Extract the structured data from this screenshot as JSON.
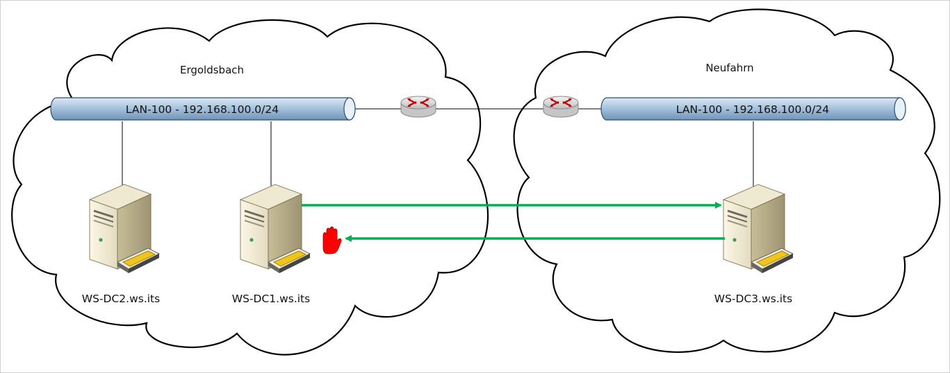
{
  "sites": {
    "left": {
      "name": "Ergoldsbach"
    },
    "right": {
      "name": "Neufahrn"
    }
  },
  "lans": {
    "left": {
      "label": "LAN-100 - 192.168.100.0/24"
    },
    "right": {
      "label": "LAN-100 - 192.168.100.0/24"
    }
  },
  "servers": {
    "dc2": {
      "label": "WS-DC2.ws.its"
    },
    "dc1": {
      "label": "WS-DC1.ws.its"
    },
    "dc3": {
      "label": "WS-DC3.ws.its"
    }
  },
  "colors": {
    "arrow": "#00b050",
    "stop": "#ff0000",
    "lan_pipe": "#9fbfdc"
  },
  "icons": {
    "router": "router-icon",
    "server": "server-icon",
    "stop": "stop-hand-icon"
  }
}
